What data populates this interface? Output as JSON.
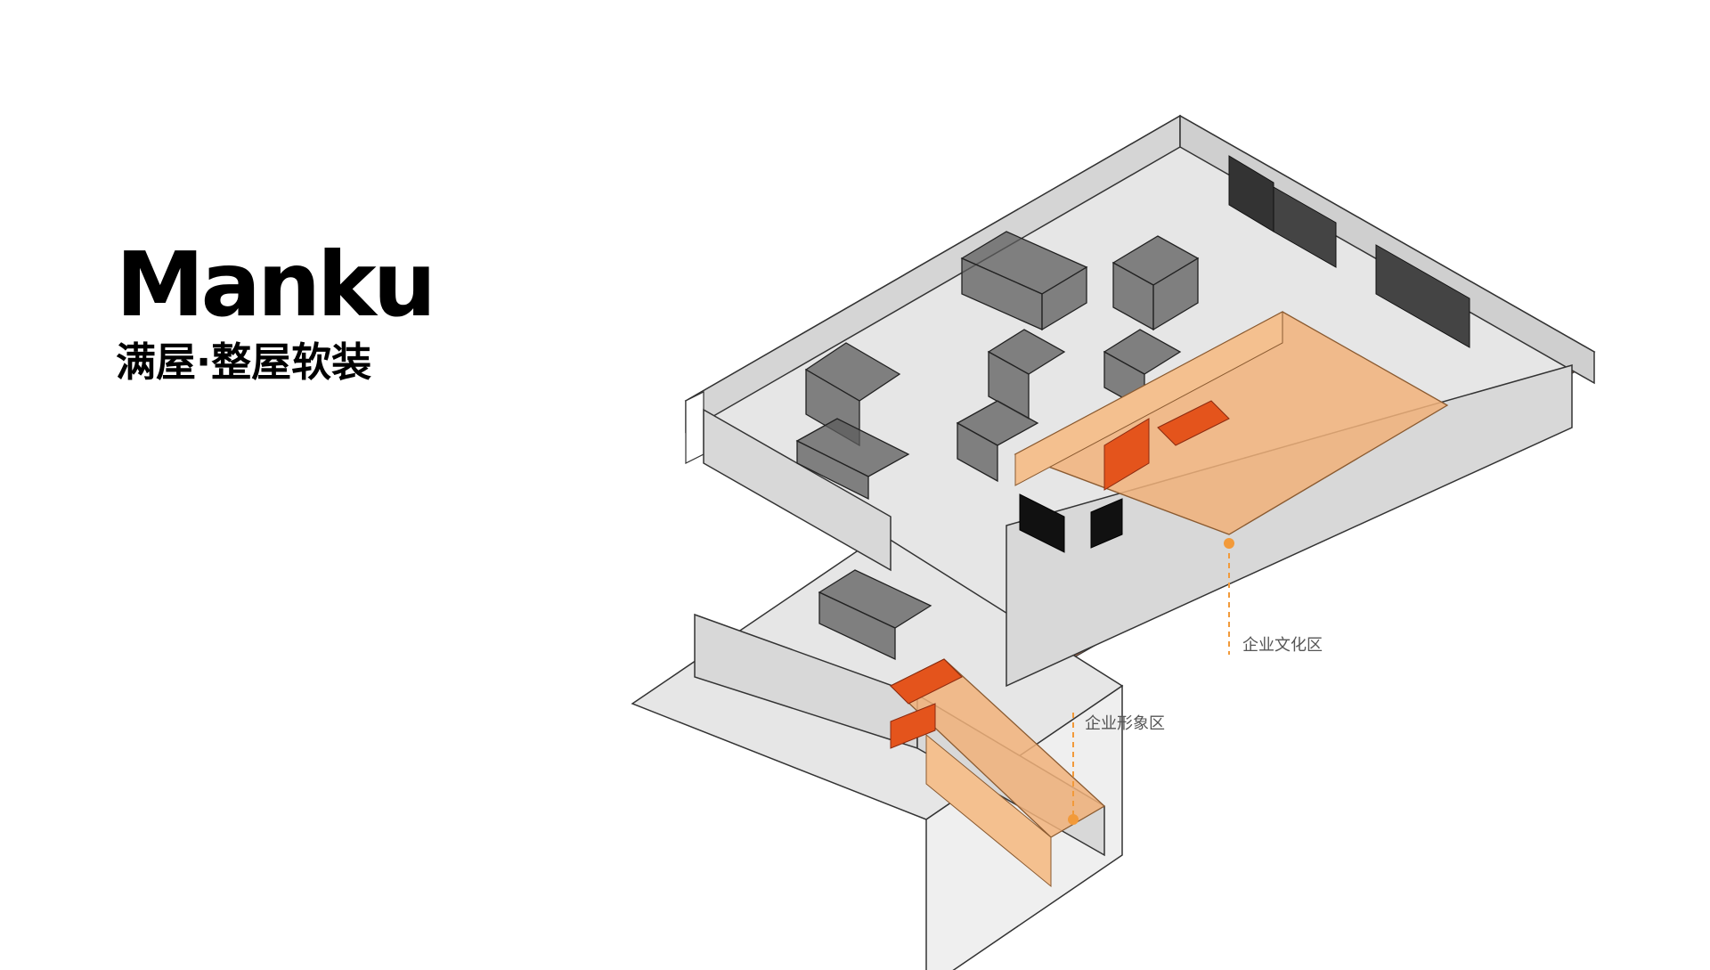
{
  "brand": {
    "name": "Manku",
    "subtitle": "满屋·整屋软装"
  },
  "callouts": {
    "culture_zone": "企业文化区",
    "image_zone": "企业形象区"
  },
  "colors": {
    "wall": "#d9d9d9",
    "wall_top": "#ffffff",
    "floor": "#e8e8e8",
    "glass": "#5a5a5a",
    "highlight_zone": "#f1b27a",
    "accent": "#e4541c",
    "leader": "#f29a3a"
  }
}
